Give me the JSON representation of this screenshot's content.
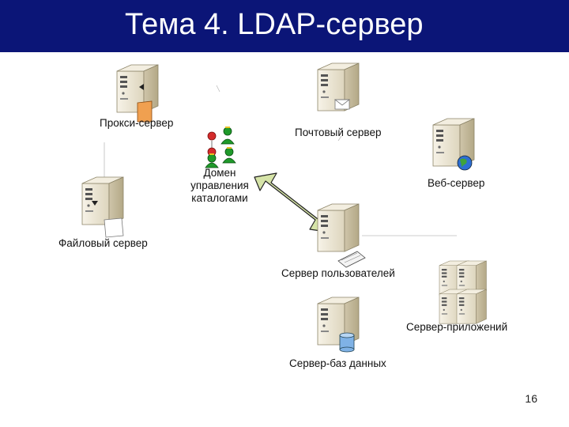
{
  "slide": {
    "title": "Тема 4. LDAP-сервер",
    "page_number": "16"
  },
  "nodes": {
    "proxy": {
      "label": "Прокси-сервер"
    },
    "mail": {
      "label": "Почтовый сервер"
    },
    "web": {
      "label": "Веб-сервер"
    },
    "directory": {
      "label_lines": [
        "Домен",
        "управления",
        "каталогами"
      ]
    },
    "file": {
      "label": "Файловый сервер"
    },
    "users": {
      "label": "Сервер пользователей"
    },
    "apps": {
      "label": "Сервер-приложений"
    },
    "db": {
      "label": "Сервер-баз данных"
    }
  },
  "colors": {
    "title_bar": "#0b1577",
    "server_body": "#ece6d4",
    "server_side": "#c9bfa5",
    "arrow_fill": "#d6e4a8",
    "arrow_stroke": "#222222",
    "user_green": "#1f9a2a",
    "user_red": "#d42b2b"
  }
}
